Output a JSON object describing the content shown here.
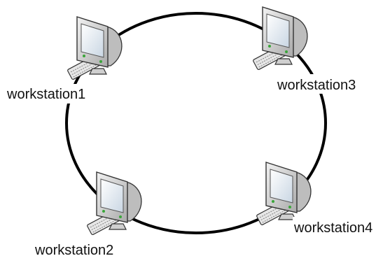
{
  "diagram": {
    "topology": "ring",
    "colors": {
      "ring": "#000000",
      "monitor_body": "#d9d9d9",
      "screen": "#eef3f8",
      "led": "#3aa63a"
    },
    "nodes": [
      {
        "id": "ws1",
        "label": "workstation1",
        "icon": "computer-icon"
      },
      {
        "id": "ws2",
        "label": "workstation2",
        "icon": "computer-icon"
      },
      {
        "id": "ws3",
        "label": "workstation3",
        "icon": "computer-icon"
      },
      {
        "id": "ws4",
        "label": "workstation4",
        "icon": "computer-icon"
      }
    ]
  }
}
